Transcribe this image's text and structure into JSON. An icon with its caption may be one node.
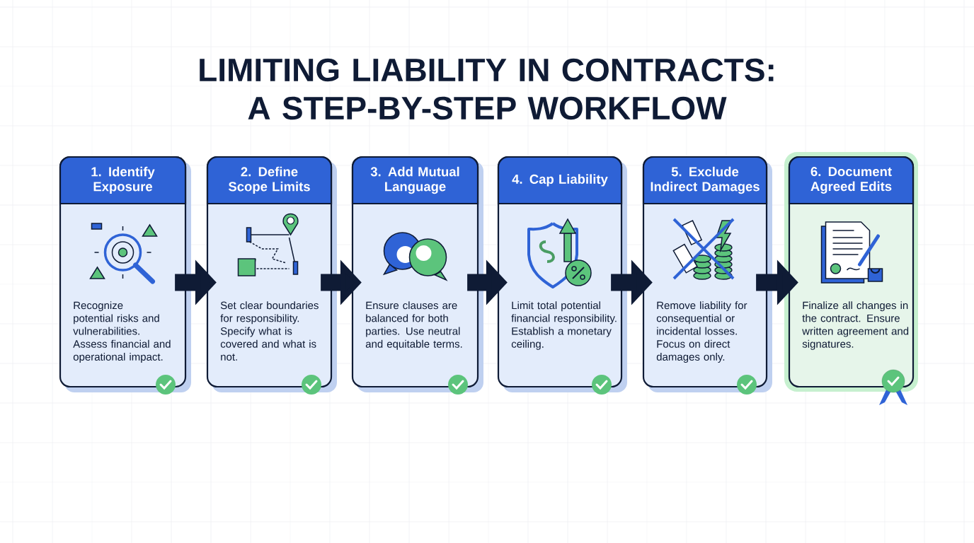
{
  "diagram": {
    "title": "LIMITING LIABILITY IN CONTRACTS: A STEP-BY-STEP WORKFLOW",
    "nodes": [
      {
        "text": [
          "1. Identify Exposure",
          "Recognize potential risks and vulnerabilities. Assess financial and operational impact."
        ]
      },
      {
        "text": [
          "2. Define Scope Limits",
          "Set clear boundaries for responsibility. Specify what is covered and what is not."
        ]
      },
      {
        "text": [
          "3. Add Mutual Language",
          "Ensure clauses are balanced for both parties. Use neutral and equitable terms."
        ]
      },
      {
        "text": [
          "4. Cap Liability",
          "Limit total potential financial responsibility. Establish a monetary ceiling."
        ]
      },
      {
        "text": [
          "5. Exclude Indirect Damages",
          "Remove liability for consequential or incidental losses. Focus on direct damages only."
        ]
      },
      {
        "text": [
          "6. Document Agreed Edits",
          "Finalize all changes in the contract. Ensure written agreement and signatures."
        ]
      }
    ],
    "edges": [
      {
        "from": 0,
        "to": 1,
        "arrow": "to"
      },
      {
        "from": 1,
        "to": 2,
        "arrow": "to"
      },
      {
        "from": 2,
        "to": 3,
        "arrow": "to"
      },
      {
        "from": 3,
        "to": 4,
        "arrow": "to"
      },
      {
        "from": 4,
        "to": 5,
        "arrow": "to"
      }
    ]
  }
}
